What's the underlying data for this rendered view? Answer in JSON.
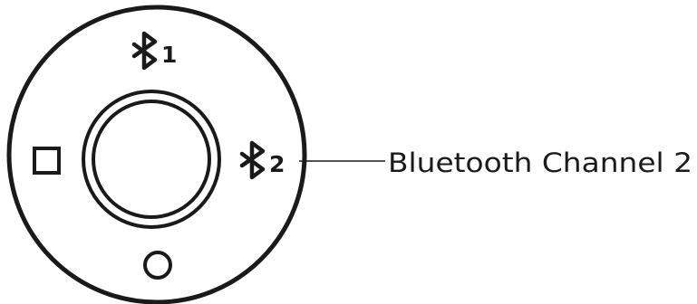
{
  "dial": {
    "channel_1_number": "1",
    "channel_2_number": "2",
    "top_icon": "bluetooth-icon",
    "right_icon": "bluetooth-icon",
    "left_icon": "square-icon",
    "bottom_icon": "circle-icon"
  },
  "callout": {
    "label": "Bluetooth Channel 2"
  }
}
